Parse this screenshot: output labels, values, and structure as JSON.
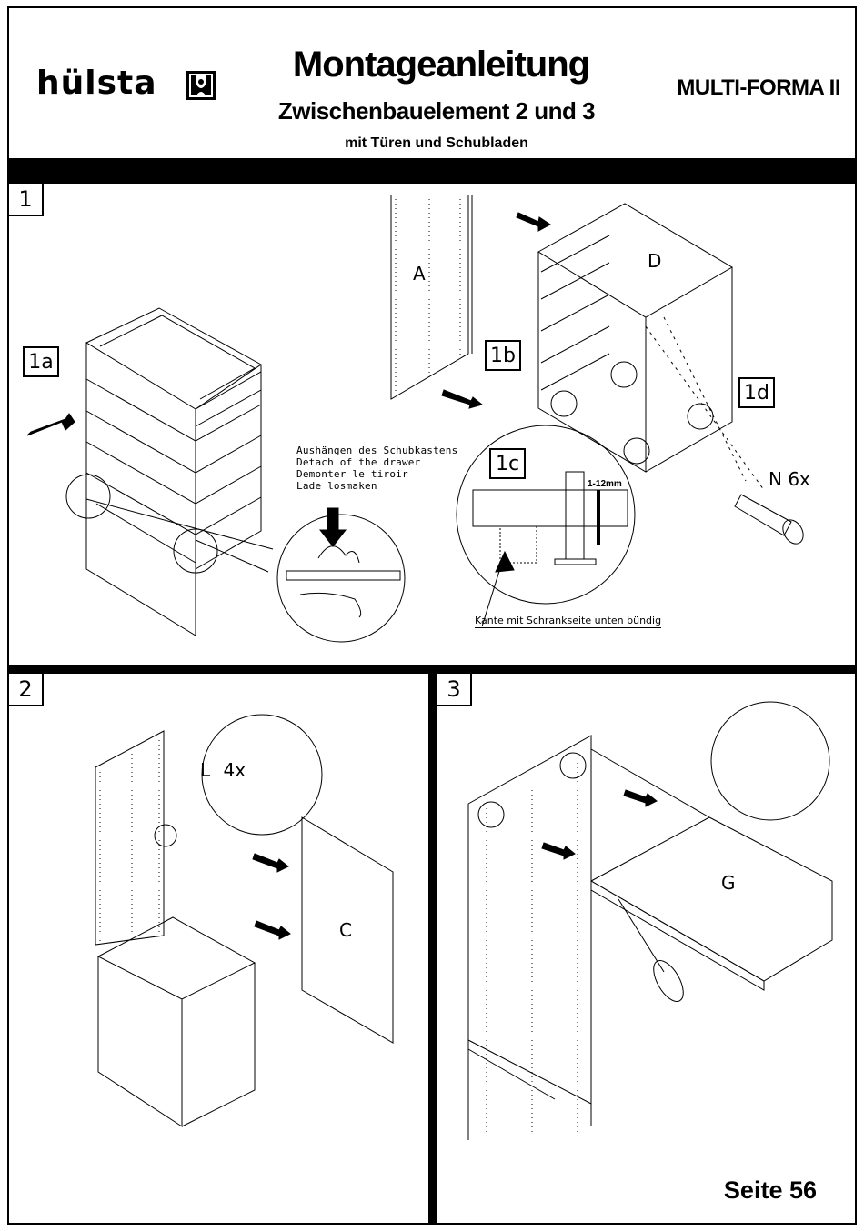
{
  "header": {
    "brand": "hülsta",
    "brand_logo": "huelsta-logo-icon",
    "title": "Montageanleitung",
    "subtitle": "Zwischenbauelement 2 und 3",
    "subsubtitle": "mit Türen und Schubladen",
    "product": "MULTI-FORMA II"
  },
  "steps": [
    {
      "number": "1",
      "substeps": [
        "1a",
        "1b",
        "1c",
        "1d"
      ],
      "parts": [
        "A",
        "D"
      ],
      "fastener": {
        "label": "N",
        "quantity": "6x"
      },
      "instructions": [
        "Aushängen des Schubkastens",
        "Detach of the drawer",
        "Demonter le tiroir",
        "Lade losmaken"
      ],
      "adjustment": "1-12mm",
      "callout": "Kante mit Schrankseite unten bündig"
    },
    {
      "number": "2",
      "parts": [
        "C"
      ],
      "fastener": {
        "label": "L",
        "quantity": "4x"
      }
    },
    {
      "number": "3",
      "parts": [
        "G"
      ]
    }
  ],
  "footer": {
    "page_label": "Seite 56"
  }
}
